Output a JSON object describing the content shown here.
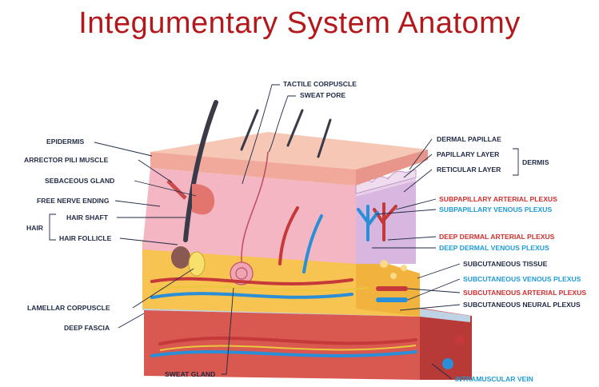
{
  "title": "Integumentary System Anatomy",
  "labels": {
    "tactile_corpuscle": "TACTILE CORPUSCLE",
    "sweat_pore": "SWEAT PORE",
    "epidermis": "EPIDERMIS",
    "arrector_pili_muscle": "ARRECTOR PILI MUSCLE",
    "sebaceous_gland": "SEBACEOUS GLAND",
    "free_nerve_ending": "FREE NERVE ENDING",
    "hair": "HAIR",
    "hair_shaft": "HAIR SHAFT",
    "hair_follicle": "HAIR FOLLICLE",
    "lamellar_corpuscle": "LAMELLAR CORPUSCLE",
    "deep_fascia": "DEEP FASCIA",
    "sweat_gland": "SWEAT GLAND",
    "dermal_papillae": "DERMAL PAPILLAE",
    "papillary_layer": "PAPILLARY LAYER",
    "reticular_layer": "RETICULAR LAYER",
    "dermis": "DERMIS",
    "subpapillary_arterial_plexus": "SUBPAPILLARY ARTERIAL PLEXUS",
    "subpapillary_venous_plexus": "SUBPAPILLARY VENOUS PLEXUS",
    "deep_dermal_arterial_plexus": "DEEP DERMAL ARTERIAL PLEXUS",
    "deep_dermal_venous_plexus": "DEEP DERMAL VENOUS PLEXUS",
    "subcutaneous_tissue": "SUBCUTANEOUS TISSUE",
    "subcutaneous_venous_plexus": "SUBCUTANEOUS VENOUS PLEXUS",
    "subcutaneous_arterial_plexus": "SUBCUTANEOUS ARTERIAL PLEXUS",
    "subcutaneous_neural_plexus": "SUBCUTANEOUS NEURAL PLEXUS",
    "intramuscular_vein": "INTRAMUSCULAR VEIN"
  },
  "colors": {
    "title": "#b3191c",
    "artery_label": "#d22d2d",
    "vein_label": "#1e9ad6",
    "label": "#1f2a44"
  }
}
